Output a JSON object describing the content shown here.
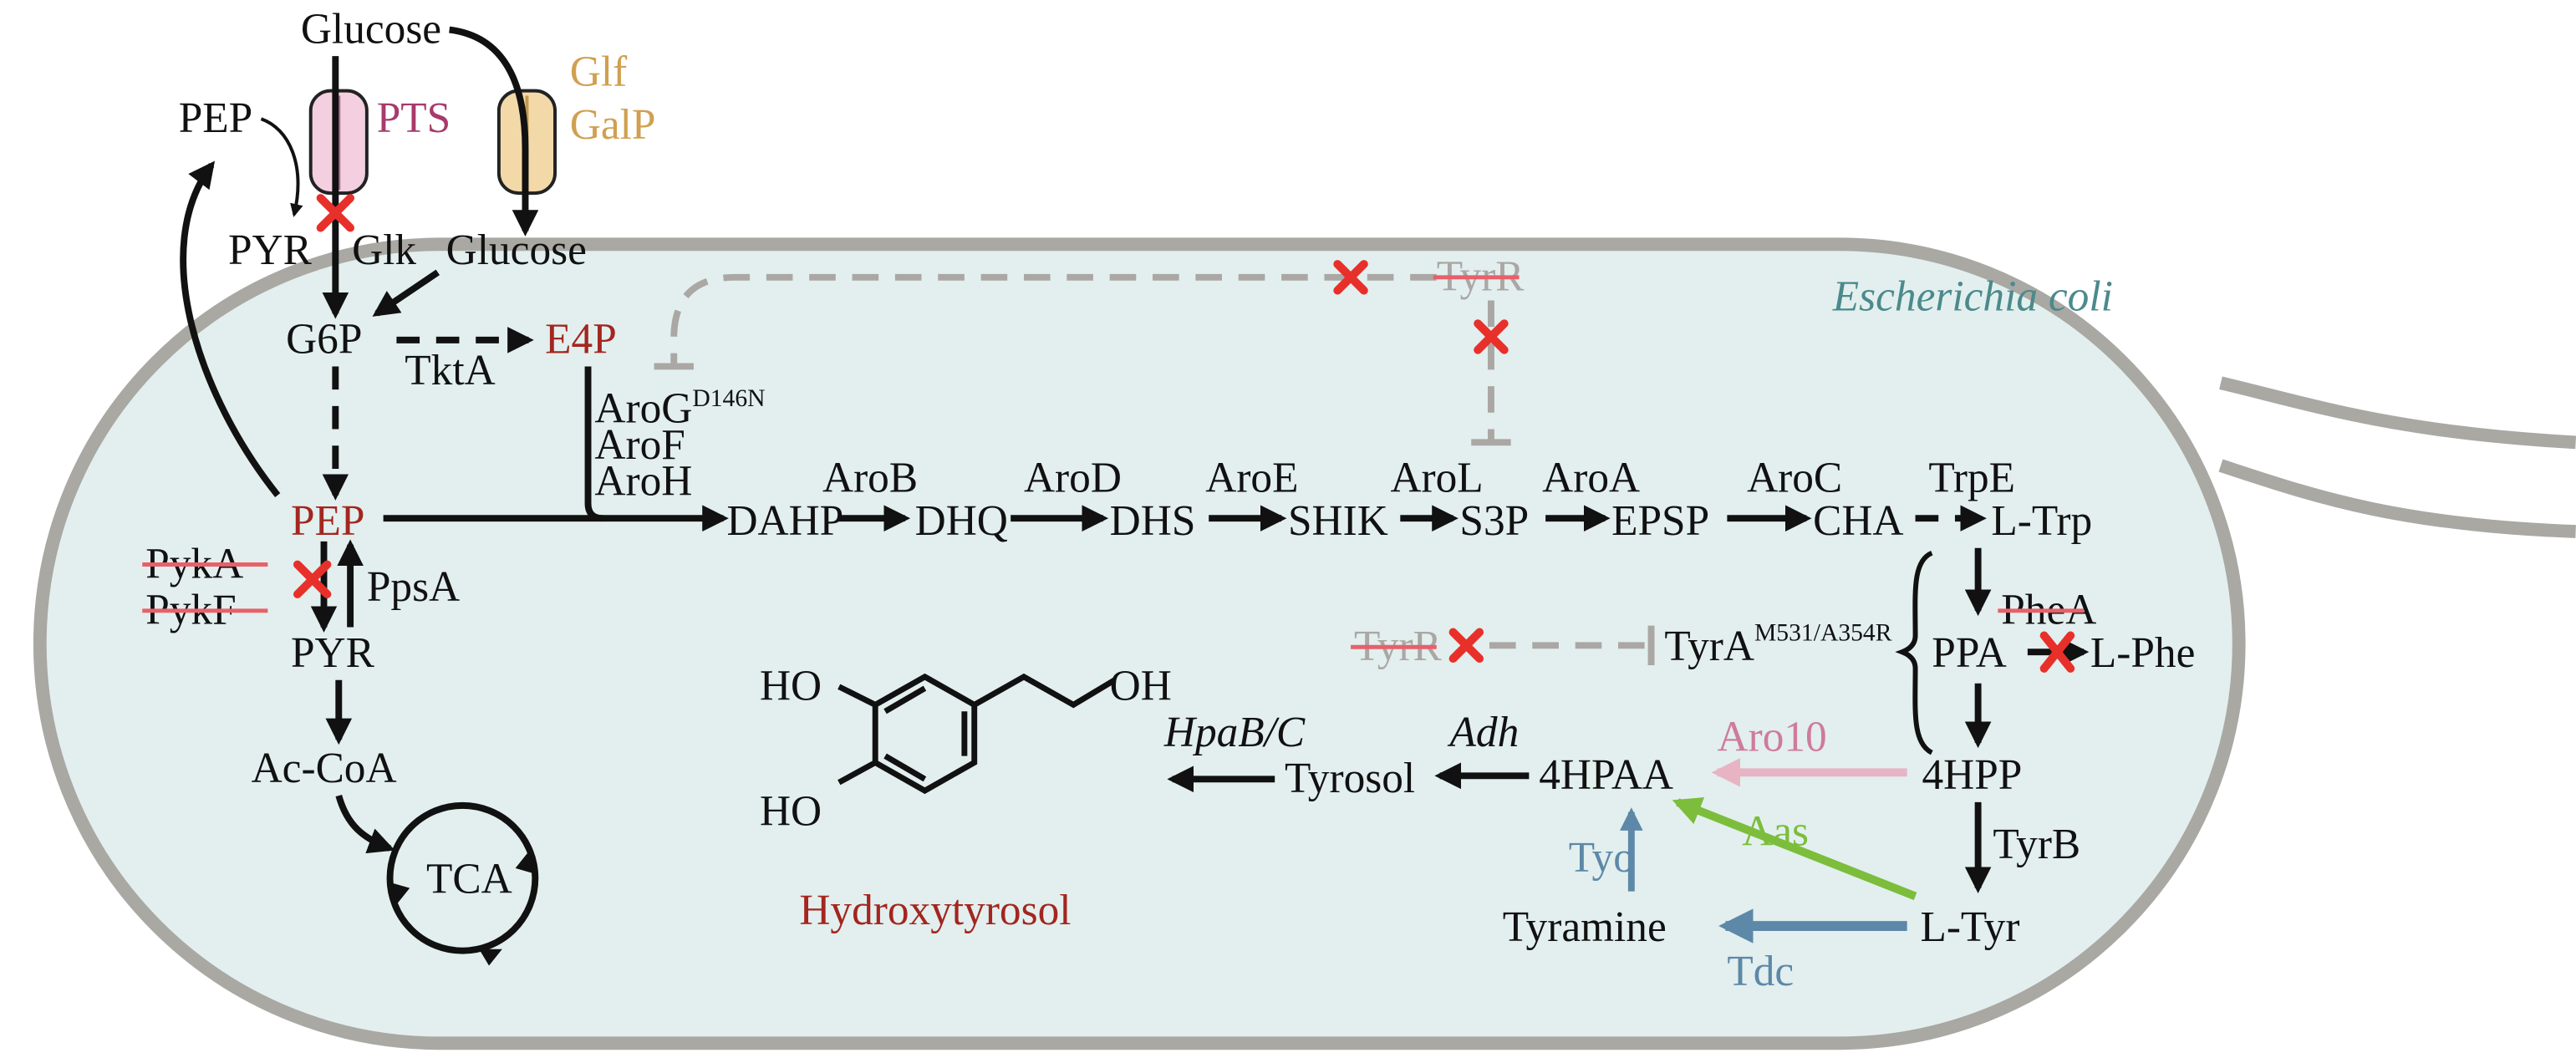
{
  "colors": {
    "cell_fill": "#e2efee",
    "membrane": "#a9a8a3",
    "product": "#a3261f",
    "pts": "#a83a6c",
    "glf": "#d0a050",
    "aro10": "#cf7b9a",
    "aas": "#7cbd3c",
    "tdc_tyo": "#5d88a8",
    "knockout": "#e8302a",
    "organism": "#4b8a8c"
  },
  "organism": "Escherichia coli",
  "transport": {
    "glucose_out": "Glucose",
    "pts": "PTS",
    "glf": "Glf",
    "galp": "GalP",
    "pep_out": "PEP",
    "pyr_out": "PYR",
    "glk": "Glk",
    "glucose_in": "Glucose"
  },
  "upper": {
    "g6p": "G6P",
    "tkta": "TktA",
    "e4p": "E4P",
    "arog": "AroG",
    "arog_sup": "D146N",
    "arof": "AroF",
    "aroh": "AroH",
    "pep": "PEP",
    "pyka": "PykA",
    "pykf": "PykF",
    "ppsa": "PpsA",
    "pyr": "PYR",
    "accoa": "Ac-CoA",
    "tca": "TCA"
  },
  "shikimate": {
    "dahp": "DAHP",
    "arob": "AroB",
    "dhq": "DHQ",
    "arod": "AroD",
    "dhs": "DHS",
    "aroe": "AroE",
    "shik": "SHIK",
    "arol": "AroL",
    "s3p": "S3P",
    "aroa": "AroA",
    "epsp": "EPSP",
    "aroc": "AroC",
    "cha": "CHA",
    "trpe": "TrpE",
    "ltrp": "L-Trp"
  },
  "regulation": {
    "tyrr_top": "TyrR",
    "tyrr_mid": "TyrR",
    "tyra": "TyrA",
    "tyra_sup": "M531/A354R"
  },
  "branch": {
    "ppa": "PPA",
    "phea": "PheA",
    "lphe": "L-Phe",
    "hpp": "4HPP",
    "tyrb": "TyrB",
    "ltyr": "L-Tyr",
    "tdc": "Tdc",
    "tyramine": "Tyramine",
    "tyo": "Tyo",
    "aas": "Aas",
    "aro10": "Aro10",
    "hpaa": "4HPAA",
    "adh": "Adh",
    "tyrosol": "Tyrosol",
    "hpabc": "HpaB/C"
  },
  "product": {
    "name": "Hydroxytyrosol",
    "ho1": "HO",
    "ho2": "HO",
    "oh": "OH"
  }
}
